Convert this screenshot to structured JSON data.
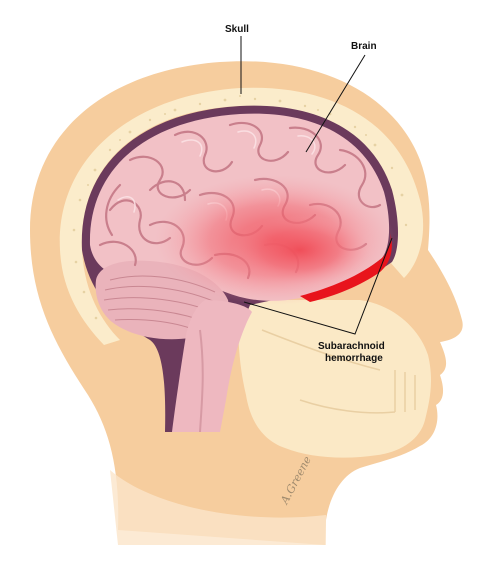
{
  "labels": {
    "skull": "Skull",
    "brain": "Brain",
    "sah_line1": "Subarachnoid",
    "sah_line2": "hemorrhage"
  },
  "signature": "A.Greene",
  "colors": {
    "skin": "#f6cd9e",
    "skull_bone": "#fbeccb",
    "dura": "#6b3a5c",
    "brain": "#f2c1c6",
    "hemorrhage": "#e8141c"
  }
}
